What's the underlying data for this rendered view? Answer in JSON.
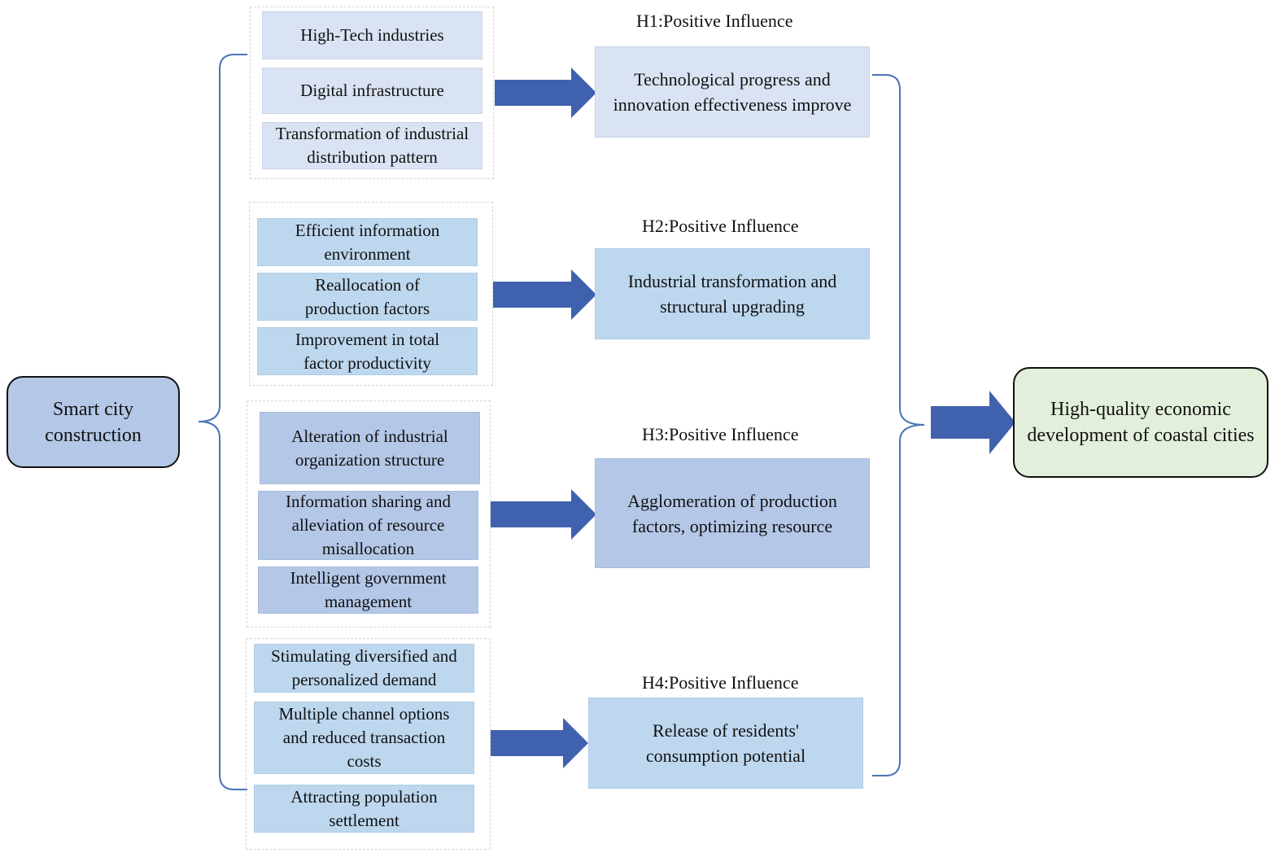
{
  "start": "Smart city construction",
  "end": "High-quality economic development of coastal cities",
  "colors": {
    "tint_light": "#dae3f3",
    "tint_mid": "#bdd7ee",
    "tint_blue": "#b4c7e7",
    "end_fill": "#e2efda",
    "arrow": "#4062ae",
    "bracket": "#4a74b5"
  },
  "paths": [
    {
      "hypothesis": "H1:Positive Influence",
      "mechanisms": [
        "High-Tech industries",
        "Digital infrastructure",
        "Transformation of industrial distribution pattern"
      ],
      "outcome": "Technological progress and innovation effectiveness improve"
    },
    {
      "hypothesis": "H2:Positive Influence",
      "mechanisms": [
        "Efficient information environment",
        "Reallocation of production factors",
        "Improvement in total factor productivity"
      ],
      "outcome": "Industrial transformation and structural upgrading"
    },
    {
      "hypothesis": "H3:Positive Influence",
      "mechanisms": [
        "Alteration of industrial organization structure",
        "Information sharing and alleviation of resource misallocation",
        "Intelligent government management"
      ],
      "outcome": "Agglomeration of production factors, optimizing resource"
    },
    {
      "hypothesis": "H4:Positive Influence",
      "mechanisms": [
        "Stimulating diversified and personalized demand",
        "Multiple channel options and reduced transaction costs",
        "Attracting population settlement"
      ],
      "outcome": "Release of residents' consumption potential"
    }
  ]
}
